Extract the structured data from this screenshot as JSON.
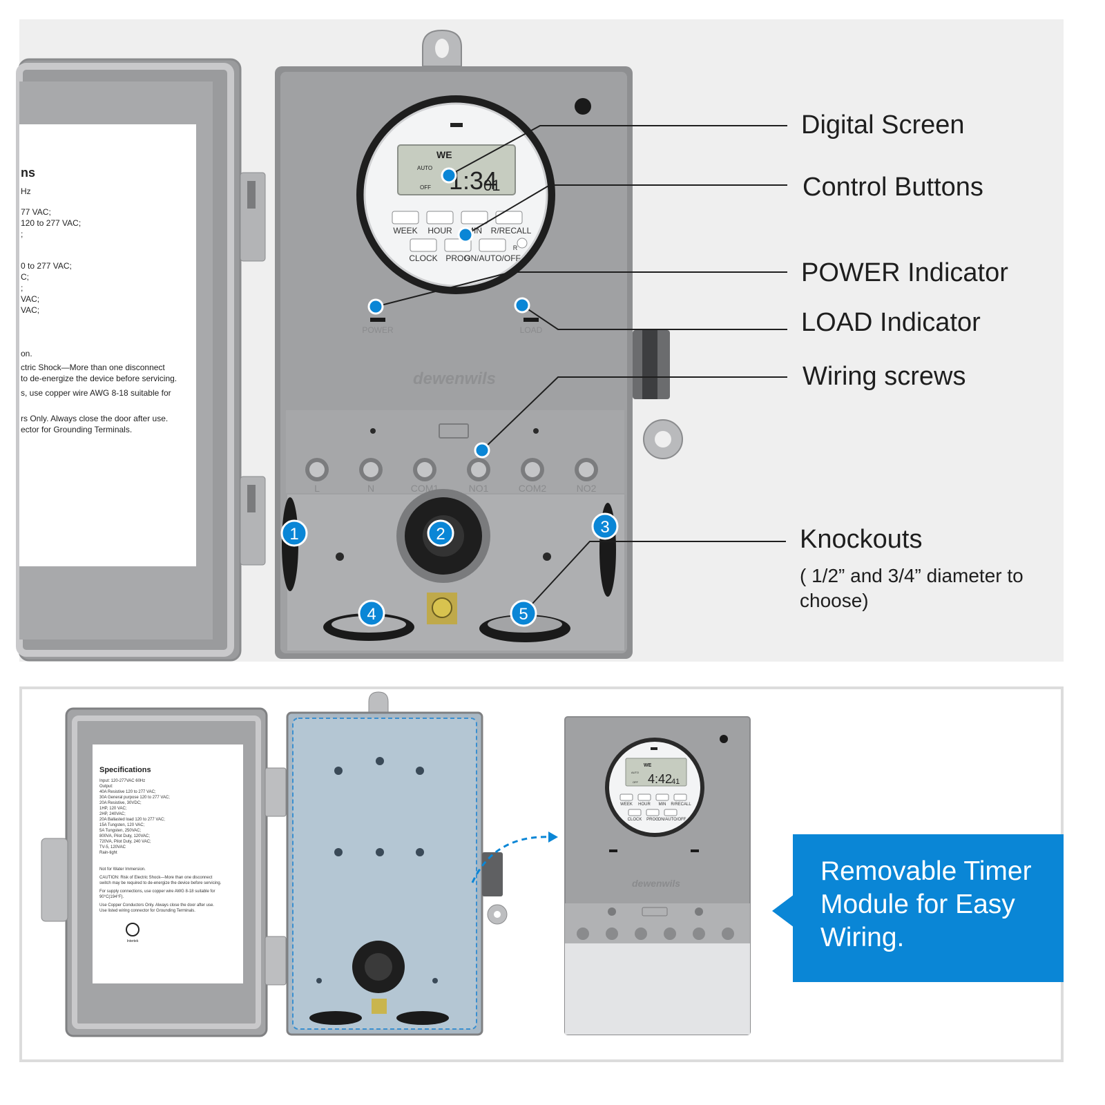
{
  "top_panel": {
    "callouts": [
      {
        "id": "digital-screen",
        "label": "Digital Screen"
      },
      {
        "id": "control-buttons",
        "label": "Control Buttons"
      },
      {
        "id": "power-indicator",
        "label": "POWER Indicator"
      },
      {
        "id": "load-indicator",
        "label": "LOAD Indicator"
      },
      {
        "id": "wiring-screws",
        "label": "Wiring screws"
      },
      {
        "id": "knockouts",
        "label": "Knockouts",
        "note": "( 1/2” and 3/4” diameter to choose)"
      }
    ],
    "timer": {
      "day": "WE",
      "mode_auto": "AUTO",
      "mode_off": "OFF",
      "time": "1:34",
      "seconds": "01",
      "buttons_row1": [
        "WEEK",
        "HOUR",
        "MIN",
        "R/RECALL"
      ],
      "buttons_row2": [
        "CLOCK",
        "PROG",
        "ON/AUTO/OFF"
      ],
      "reset": "R"
    },
    "indicators": {
      "power": "POWER",
      "load": "LOAD"
    },
    "brand": "dewenwils",
    "terminals": [
      "L",
      "N",
      "COM1",
      "NO1",
      "COM2",
      "NO2"
    ],
    "knockout_numbers": [
      "1",
      "2",
      "3",
      "4",
      "5"
    ],
    "door_label_lines": [
      "ns",
      "Hz",
      "77 VAC;",
      "120 to 277 VAC;",
      ";",
      "0 to 277 VAC;",
      "C;",
      ";",
      "VAC;",
      "VAC;",
      "on.",
      "ctric Shock—More than one disconnect",
      "to de-energize the device before servicing.",
      "s, use copper wire AWG 8-18 suitable for",
      "rs Only. Always close the door after use.",
      "ector for Grounding Terminals."
    ]
  },
  "bottom_panel": {
    "spec_title": "Specifications",
    "spec_lines": [
      "Input: 120-277VAC 60Hz",
      "Output:",
      "40A Resistive 120 to 277 VAC;",
      "30A General purpose 120 to 277 VAC;",
      "20A Resistive, 30VDC;",
      "1HP, 120 VAC;",
      "2HP, 240VAC;",
      "20A Ballasted load 120 to 277 VAC;",
      "15A Tungsten, 120 VAC;",
      "5A Tungsten, 250VAC;",
      "800VA, Pilot Duty, 120VAC;",
      "720VA, Pilot Duty, 240 VAC;",
      "TV-5, 120VAC",
      "Rain-tight",
      "Not for Water Immersion.",
      "CAUTION: Risk of Electric Shock—More than one disconnect",
      "switch may be required to de-energize the device before servicing.",
      "For supply connections, use copper wire AWG 8-18 suitable for",
      "90°C(194°F).",
      "Use Copper Conductors Only. Always close the door after use.",
      "Use listed wiring connector for Grounding Terminals."
    ],
    "cert_mark": "Intertek",
    "mini_timer": {
      "day": "WE",
      "mode_auto": "AUTO",
      "mode_off": "OFF",
      "time": "4:42",
      "seconds": "41",
      "buttons_row1": [
        "WEEK",
        "HOUR",
        "MIN",
        "R/RECALL"
      ],
      "buttons_row2": [
        "CLOCK",
        "PROG",
        "ON/AUTO/OFF"
      ]
    },
    "mini_brand": "dewenwils",
    "banner_lines": [
      "Removable Timer",
      "Module for Easy",
      "Wiring."
    ]
  },
  "colors": {
    "accent_blue": "#0a86d6",
    "enclosure_gray": "#9a9b9d",
    "enclosure_edge": "#8a8b8d",
    "lcd": "#c6ccc0"
  }
}
